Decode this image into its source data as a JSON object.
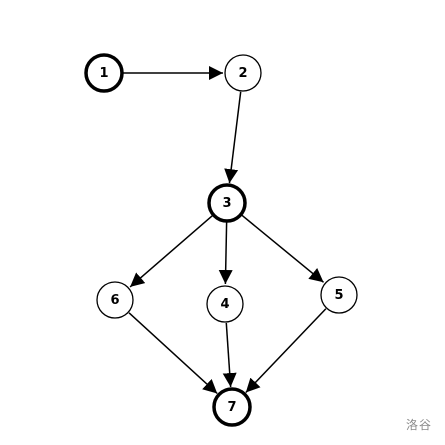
{
  "graph": {
    "nodes": [
      {
        "id": "1",
        "label": "1",
        "emphasized": true
      },
      {
        "id": "2",
        "label": "2",
        "emphasized": false
      },
      {
        "id": "3",
        "label": "3",
        "emphasized": true
      },
      {
        "id": "4",
        "label": "4",
        "emphasized": false
      },
      {
        "id": "5",
        "label": "5",
        "emphasized": false
      },
      {
        "id": "6",
        "label": "6",
        "emphasized": false
      },
      {
        "id": "7",
        "label": "7",
        "emphasized": true
      }
    ],
    "edges": [
      {
        "from": "1",
        "to": "2"
      },
      {
        "from": "2",
        "to": "3"
      },
      {
        "from": "3",
        "to": "6"
      },
      {
        "from": "3",
        "to": "4"
      },
      {
        "from": "3",
        "to": "5"
      },
      {
        "from": "6",
        "to": "7"
      },
      {
        "from": "4",
        "to": "7"
      },
      {
        "from": "5",
        "to": "7"
      }
    ],
    "directed": true
  },
  "watermark": {
    "text": "洛谷"
  },
  "colors": {
    "stroke": "#000000",
    "fill": "#ffffff",
    "watermark": "#8a8a8a"
  }
}
